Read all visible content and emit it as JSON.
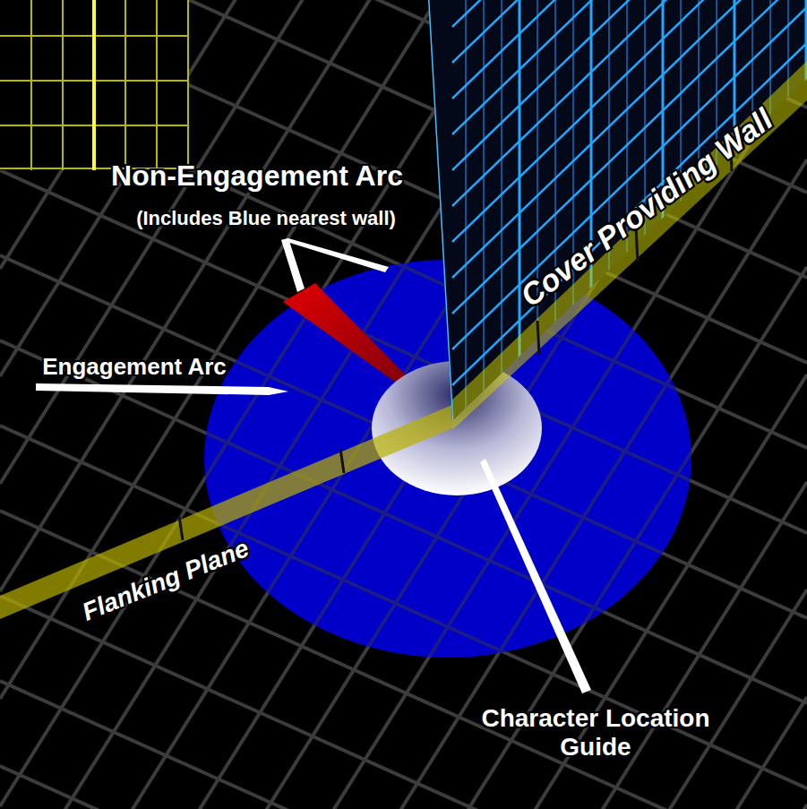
{
  "diagram": {
    "labels": [
      "Non-Engagement Arc",
      "(Includes Blue nearest wall)",
      "Cover Providing Wall",
      "Engagement Arc",
      "Flanking Plane",
      "Character Location Guide"
    ]
  }
}
